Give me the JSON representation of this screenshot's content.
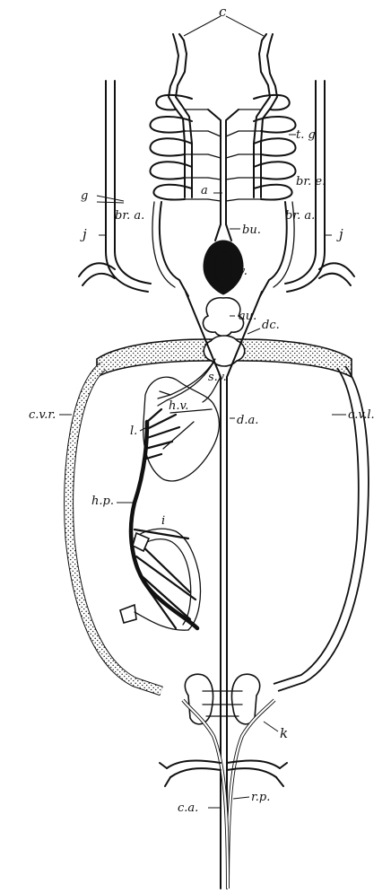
{
  "labels": {
    "c": "c",
    "tg": "t. g",
    "brl": "br. e.",
    "g": "g",
    "a": "a",
    "bra_left": "br. a.",
    "bra_right": "br. a.",
    "j_left": "j",
    "j_right": "j",
    "bu": "bu.",
    "v": "v.",
    "au": "au.",
    "dc": "dc.",
    "sv": "s.v.",
    "hv": "h.v.",
    "da": "d.a.",
    "cvr": "c.v.r.",
    "cvl": "c.v.l.",
    "l": "l.",
    "hp": "h.p.",
    "i": "i",
    "k": "k",
    "ca": "c.a.",
    "rp": "r.p."
  }
}
